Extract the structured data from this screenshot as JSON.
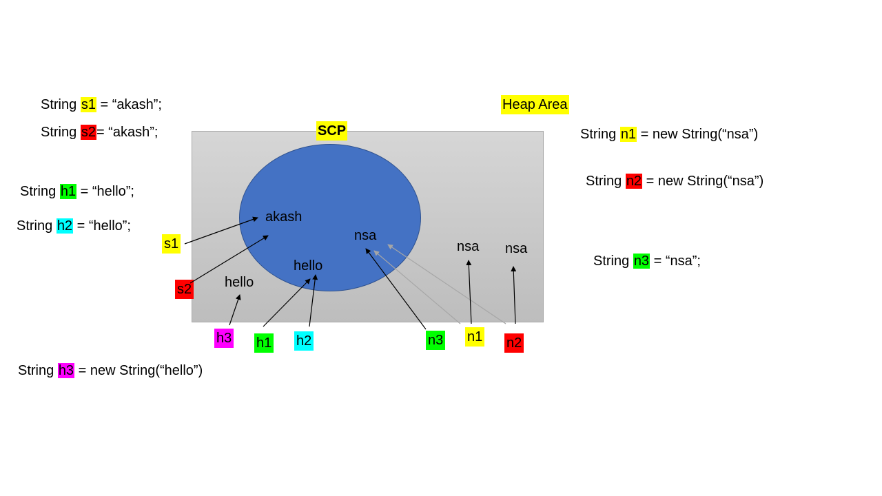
{
  "colors": {
    "yellow": "#ffff00",
    "red": "#ff0000",
    "green": "#00ff00",
    "cyan": "#00ffff",
    "magenta": "#ff00ff",
    "scp_blue": "#4472c4",
    "heap_gray": "#c8c8c8"
  },
  "titles": {
    "heap": "Heap Area",
    "scp": "SCP"
  },
  "code": {
    "s1": {
      "pre": "String ",
      "var": "s1",
      "post": " = “akash”;"
    },
    "s2": {
      "pre": "String ",
      "var": "s2",
      "post": "= “akash”;"
    },
    "h1": {
      "pre": "String ",
      "var": "h1",
      "post": " = “hello”;"
    },
    "h2": {
      "pre": "String ",
      "var": "h2",
      "post": " = “hello”;"
    },
    "h3": {
      "pre": "String ",
      "var": "h3",
      "post": " = new String(“hello”)"
    },
    "n1": {
      "pre": "String ",
      "var": "n1",
      "post": " = new String(“nsa”)"
    },
    "n2": {
      "pre": "String ",
      "var": "n2",
      "post": " = new String(“nsa”)"
    },
    "n3": {
      "pre": "String ",
      "var": "n3",
      "post": " = “nsa”;"
    }
  },
  "objects": {
    "akash": "akash",
    "hello_scp": "hello",
    "nsa_scp": "nsa",
    "hello_heap": "hello",
    "nsa_heap_1": "nsa",
    "nsa_heap_2": "nsa"
  },
  "refs": {
    "s1": "s1",
    "s2": "s2",
    "h1": "h1",
    "h2": "h2",
    "h3": "h3",
    "n1": "n1",
    "n2": "n2",
    "n3": "n3"
  }
}
